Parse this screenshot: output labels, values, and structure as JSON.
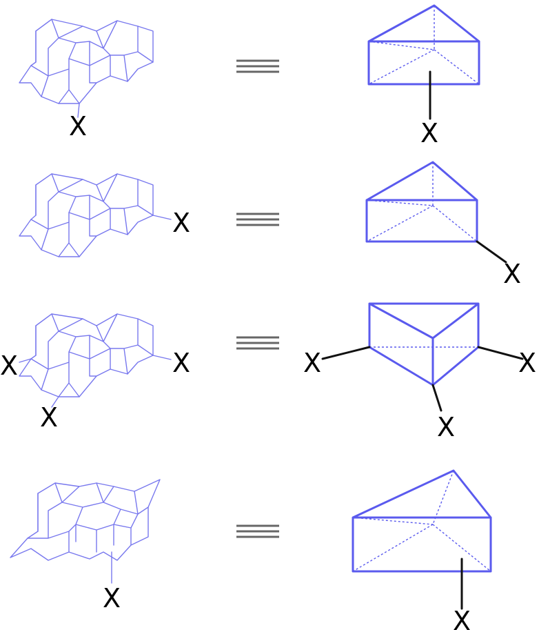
{
  "colors": {
    "cage": "#7878ee",
    "prism": "#5a5aee",
    "bond": "#111111",
    "equiv": "#666666"
  },
  "substituent_label": "X",
  "rows": [
    {
      "cage_labels": [
        "X"
      ],
      "prism_labels": [
        "X"
      ]
    },
    {
      "cage_labels": [
        "X"
      ],
      "prism_labels": [
        "X"
      ]
    },
    {
      "cage_labels": [
        "X",
        "X",
        "X"
      ],
      "prism_labels": [
        "X",
        "X",
        "X"
      ]
    },
    {
      "cage_labels": [
        "X"
      ],
      "prism_labels": [
        "X"
      ]
    }
  ]
}
